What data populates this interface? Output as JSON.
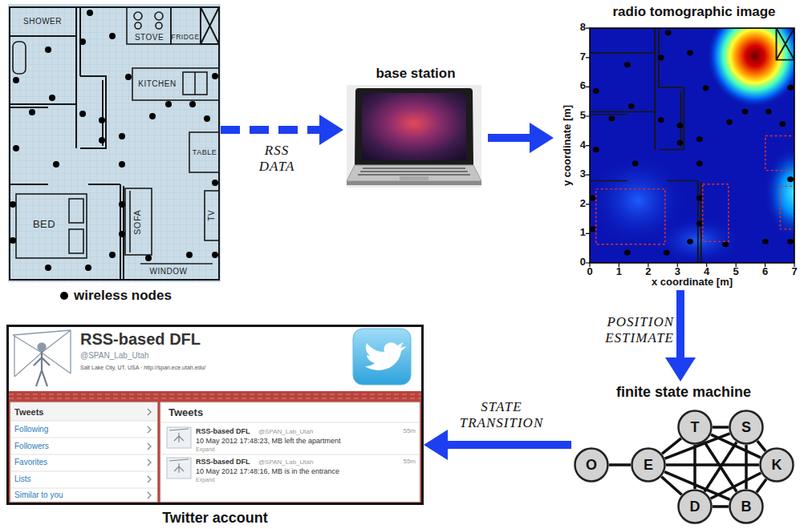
{
  "diagram": {
    "nodes": [
      {
        "text": [
          "SHOWER",
          "STOVE",
          "FRIDGE",
          "KITCHEN",
          "TABLE",
          "BED",
          "SOFA",
          "TV",
          "WINDOW"
        ]
      },
      {
        "text": [
          "base station"
        ]
      },
      {
        "text": [
          "radio tomographic image",
          "x coordinate [m]",
          "y coordinate [m]"
        ]
      },
      {
        "text": [
          "finite state machine"
        ]
      },
      {
        "text": [
          "T"
        ],
        "in": 3
      },
      {
        "text": [
          "S"
        ],
        "in": 3
      },
      {
        "text": [
          "O"
        ],
        "in": 3
      },
      {
        "text": [
          "E"
        ],
        "in": 3
      },
      {
        "text": [
          "K"
        ],
        "in": 3
      },
      {
        "text": [
          "D"
        ],
        "in": 3
      },
      {
        "text": [
          "B"
        ],
        "in": 3
      },
      {
        "text": [
          "Twitter account"
        ]
      }
    ],
    "edges": [
      {
        "from": 0,
        "to": 1,
        "label": "RSS DATA",
        "arrow": "to"
      },
      {
        "from": 1,
        "to": 2,
        "arrow": "to"
      },
      {
        "from": 2,
        "to": 3,
        "label": "POSITION ESTIMATE",
        "arrow": "to"
      },
      {
        "from": 3,
        "to": 11,
        "label": "STATE TRANSITION",
        "arrow": "to"
      },
      {
        "from": 6,
        "to": 7,
        "arrow": "none"
      },
      {
        "from": 7,
        "to": 4,
        "arrow": "none"
      },
      {
        "from": 7,
        "to": 5,
        "arrow": "none"
      },
      {
        "from": 7,
        "to": 8,
        "arrow": "none"
      },
      {
        "from": 7,
        "to": 9,
        "arrow": "none"
      },
      {
        "from": 7,
        "to": 10,
        "arrow": "none"
      },
      {
        "from": 4,
        "to": 5,
        "arrow": "none"
      },
      {
        "from": 4,
        "to": 8,
        "arrow": "none"
      },
      {
        "from": 4,
        "to": 9,
        "arrow": "none"
      },
      {
        "from": 4,
        "to": 10,
        "arrow": "none"
      },
      {
        "from": 5,
        "to": 8,
        "arrow": "none"
      },
      {
        "from": 5,
        "to": 9,
        "arrow": "none"
      },
      {
        "from": 5,
        "to": 10,
        "arrow": "none"
      },
      {
        "from": 8,
        "to": 9,
        "arrow": "none"
      },
      {
        "from": 8,
        "to": 10,
        "arrow": "none"
      },
      {
        "from": 9,
        "to": 10,
        "arrow": "none"
      }
    ],
    "labels": [
      "0",
      "1",
      "2",
      "3",
      "4",
      "5",
      "6",
      "7",
      "8",
      "0",
      "1",
      "2",
      "3",
      "4",
      "5",
      "6",
      "7",
      "RSS-based DFL",
      "@SPAN_Lab_Utah",
      "Salt Lake City, UT, USA · http://span.ece.utah.edu/",
      "Tweets",
      "Following",
      "Followers",
      "Favorites",
      "Lists",
      "Similar to you",
      "Tweets",
      "RSS-based DFL",
      "@SPAN_Lab_Utah",
      "55m",
      "10 May 2012 17:48:23, MB left the apartment",
      "Expand",
      "RSS-based DFL",
      "@SPAN_Lab_Utah",
      "55m",
      "10 May 2012 17:48:16, MB is in the entrance",
      "Expand"
    ],
    "legend": [
      {
        "text": "wireless nodes"
      }
    ]
  }
}
